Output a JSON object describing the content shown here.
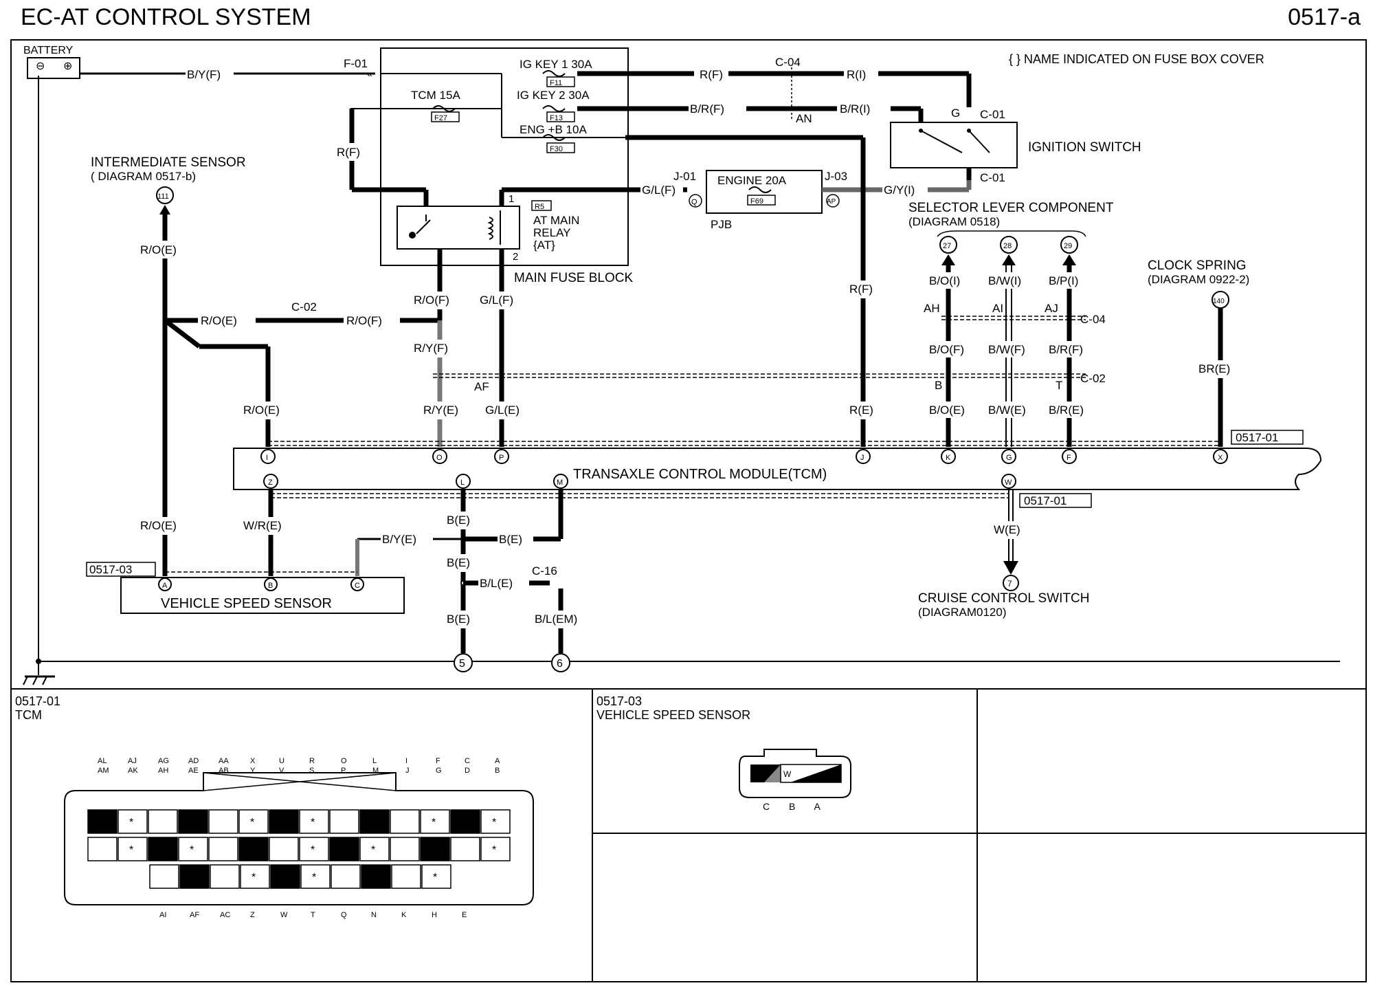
{
  "header": {
    "title": "EC-AT CONTROL SYSTEM",
    "code": "0517-a"
  },
  "note": "{ } NAME INDICATED ON FUSE BOX COVER",
  "battery": {
    "label": "BATTERY",
    "minus": "⊖",
    "plus": "⊕"
  },
  "wires": {
    "byf": "B/Y(F)",
    "rf1": "R(F)",
    "ri": "R(I)",
    "brf": "B/R(F)",
    "bri": "B/R(I)",
    "rf2": "R(F)",
    "glf1": "G/L(F)",
    "gyi": "G/Y(I)",
    "roe1": "R/O(E)",
    "roe2": "R/O(E)",
    "rof1": "R/O(F)",
    "rof2": "R/O(F)",
    "glf2": "G/L(F)",
    "ryf": "R/Y(F)",
    "rf3": "R(F)",
    "roe3": "R/O(E)",
    "rye": "R/Y(E)",
    "gle": "G/L(E)",
    "re": "R(E)",
    "boi": "B/O(I)",
    "bwi": "B/W(I)",
    "bpi": "B/P(I)",
    "bof": "B/O(F)",
    "bwf": "B/W(F)",
    "brf2": "B/R(F)",
    "boe": "B/O(E)",
    "bwe": "B/W(E)",
    "bre": "B/R(E)",
    "bre2": "BR(E)",
    "roe4": "R/O(E)",
    "wre": "W/R(E)",
    "bye": "B/Y(E)",
    "be1": "B(E)",
    "be2": "B(E)",
    "be3": "B(E)",
    "be4": "B(E)",
    "ble": "B/L(E)",
    "blem": "B/L(EM)",
    "we": "W(E)"
  },
  "connectors": {
    "f01": "F-01",
    "c04a": "C-04",
    "c04b": "C-04",
    "an": "AN",
    "g": "G",
    "c01a": "C-01",
    "c01b": "C-01",
    "j01": "J-01",
    "j03": "J-03",
    "c02a": "C-02",
    "c02b": "C-02",
    "af": "AF",
    "ah": "AH",
    "ai": "AI",
    "aj": "AJ",
    "b": "B",
    "t": "T",
    "c16": "C-16"
  },
  "fuses": {
    "igkey1": "IG KEY 1 30A",
    "f11": "F11",
    "tcm15": "TCM 15A",
    "f27": "F27",
    "igkey2": "IG KEY 2 30A",
    "f13": "F13",
    "engb": "ENG +B 10A",
    "f30": "F30",
    "engine20": "ENGINE 20A",
    "f69": "F69"
  },
  "components": {
    "ign_switch": "IGNITION SWITCH",
    "int_sensor_1": "INTERMEDIATE SENSOR",
    "int_sensor_2": "( DIAGRAM  0517-b)",
    "relay_1": "AT MAIN",
    "relay_2": "RELAY",
    "relay_3": "{AT}",
    "relay_code": "R5",
    "main_fuse_block": "MAIN FUSE BLOCK",
    "pjb": "PJB",
    "selector_1": "SELECTOR LEVER COMPONENT",
    "selector_2": "(DIAGRAM 0518)",
    "clock_1": "CLOCK SPRING",
    "clock_2": "(DIAGRAM 0922-2)",
    "tcm": "TRANSAXLE CONTROL MODULE(TCM)",
    "vss": "VEHICLE SPEED SENSOR",
    "cruise_1": "CRUISE CONTROL SWITCH",
    "cruise_2": "(DIAGRAM0120)"
  },
  "refs": {
    "r0517_01a": "0517-01",
    "r0517_01b": "0517-01",
    "r0517_03": "0517-03"
  },
  "bubbles": {
    "b111": "111",
    "b27": "27",
    "b28": "28",
    "b29": "29",
    "b140": "140",
    "b7": "7",
    "b5": "5",
    "b6": "6",
    "q": "Q",
    "ap": "AP"
  },
  "pins_top": {
    "I": "I",
    "O": "O",
    "P": "P",
    "J": "J",
    "K": "K",
    "G": "G",
    "F": "F",
    "X": "X"
  },
  "pins_bottom": {
    "Z": "Z",
    "L": "L",
    "M": "M",
    "W": "W"
  },
  "vss_pins": {
    "A": "A",
    "B": "B",
    "C": "C"
  },
  "panel_tcm": {
    "code": "0517-01",
    "name": "TCM",
    "top_cols": [
      [
        "AL",
        "AM"
      ],
      [
        "AJ",
        "AK"
      ],
      [
        "AG",
        "AH"
      ],
      [
        "AD",
        "AE"
      ],
      [
        "AA",
        "AB"
      ],
      [
        "X",
        "Y"
      ],
      [
        "U",
        "V"
      ],
      [
        "R",
        "S"
      ],
      [
        "O",
        "P"
      ],
      [
        "L",
        "M"
      ],
      [
        "I",
        "J"
      ],
      [
        "F",
        "G"
      ],
      [
        "C",
        "D"
      ],
      [
        "A",
        "B"
      ]
    ],
    "bottom_cols": [
      "AI",
      "AF",
      "AC",
      "Z",
      "W",
      "T",
      "Q",
      "N",
      "K",
      "H",
      "E"
    ]
  },
  "panel_vss": {
    "code": "0517-03",
    "name": "VEHICLE SPEED SENSOR",
    "pins": "C B A",
    "wire_b": "B",
    "wire_w": "W"
  }
}
